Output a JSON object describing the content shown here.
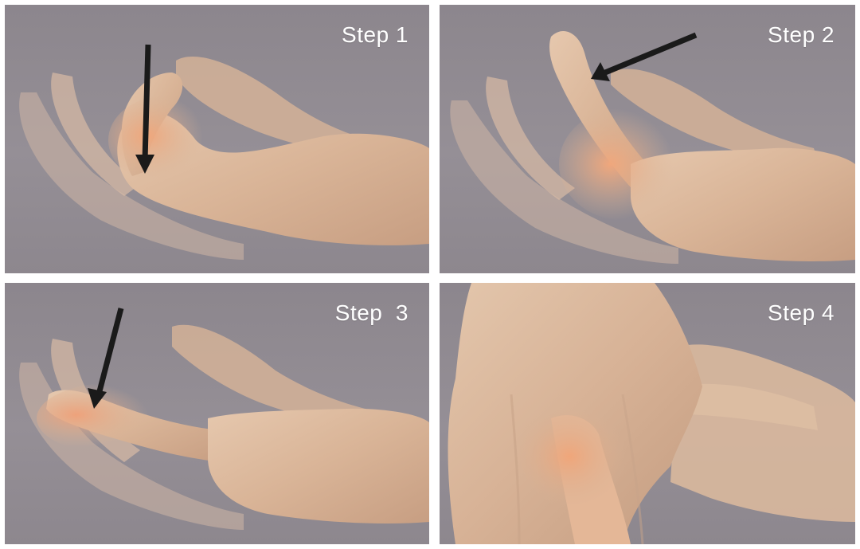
{
  "panels": [
    {
      "label": "Step 1"
    },
    {
      "label": "Step 2"
    },
    {
      "label": "Step  3"
    },
    {
      "label": "Step 4"
    }
  ],
  "colors": {
    "background": "#8f8990",
    "skin_light": "#e2c2a6",
    "skin_warm": "#e8a984",
    "arrow": "#1a1a1a",
    "label": "#ffffff"
  },
  "icons": [
    "arrow-down-icon",
    "arrow-diagonal-icon"
  ]
}
